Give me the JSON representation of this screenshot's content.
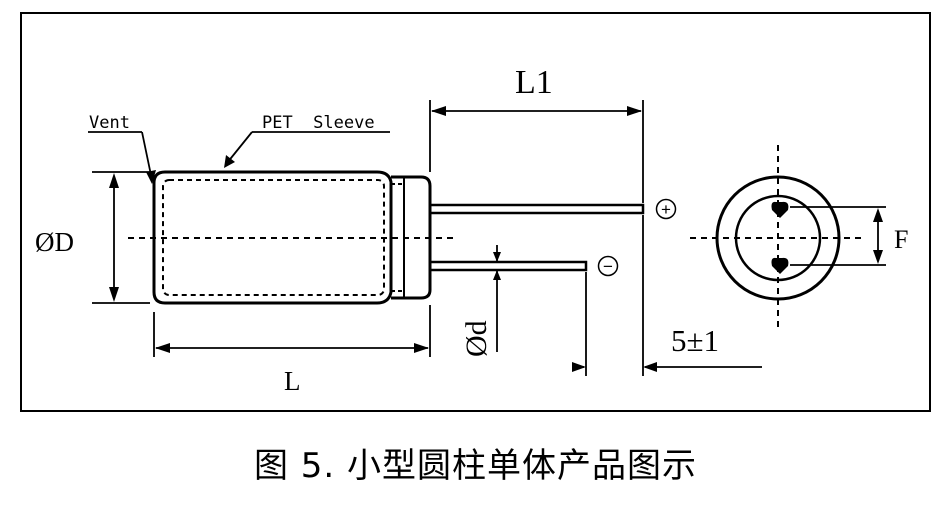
{
  "labels": {
    "vent": "Vent",
    "pet_sleeve": "PET  Sleeve",
    "diameter_body": "ØD",
    "length_body": "L",
    "length_lead": "L1",
    "diameter_lead": "Ød",
    "lead_spacing": "F",
    "lead_offset": "5±1",
    "positive": "+",
    "negative": "−"
  },
  "caption": "图 5. 小型圆柱单体产品图示"
}
